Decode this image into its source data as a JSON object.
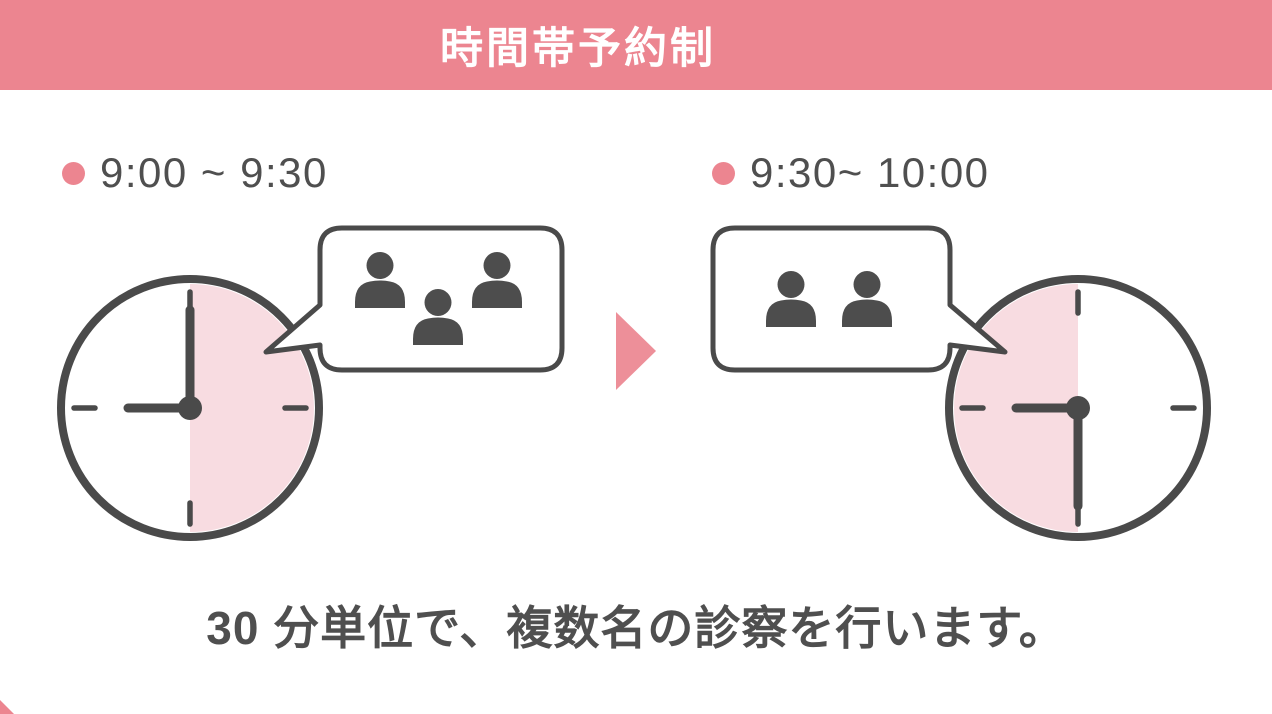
{
  "header": {
    "label": "時間帯予約制"
  },
  "slots": [
    {
      "time_label": "9:00 ~ 9:30",
      "clock_time": "9:00",
      "attendees": 3,
      "highlighted_half": "right"
    },
    {
      "time_label": "9:30~ 10:00",
      "clock_time": "9:30",
      "attendees": 2,
      "highlighted_half": "left"
    }
  ],
  "caption": "30 分単位で、複数名の診察を行います。",
  "colors": {
    "accent_pink": "#ec8590",
    "light_pink": "#f8dce1",
    "text_gray": "#4f4f4f",
    "line_gray": "#4a4a4a",
    "icon_gray": "#4d4d4d",
    "white": "#ffffff"
  },
  "icons": {
    "bullet": "bullet-dot-icon",
    "person": "person-icon",
    "arrow": "arrow-right-icon",
    "clock": "clock-icon",
    "speech_bubble": "speech-bubble"
  }
}
